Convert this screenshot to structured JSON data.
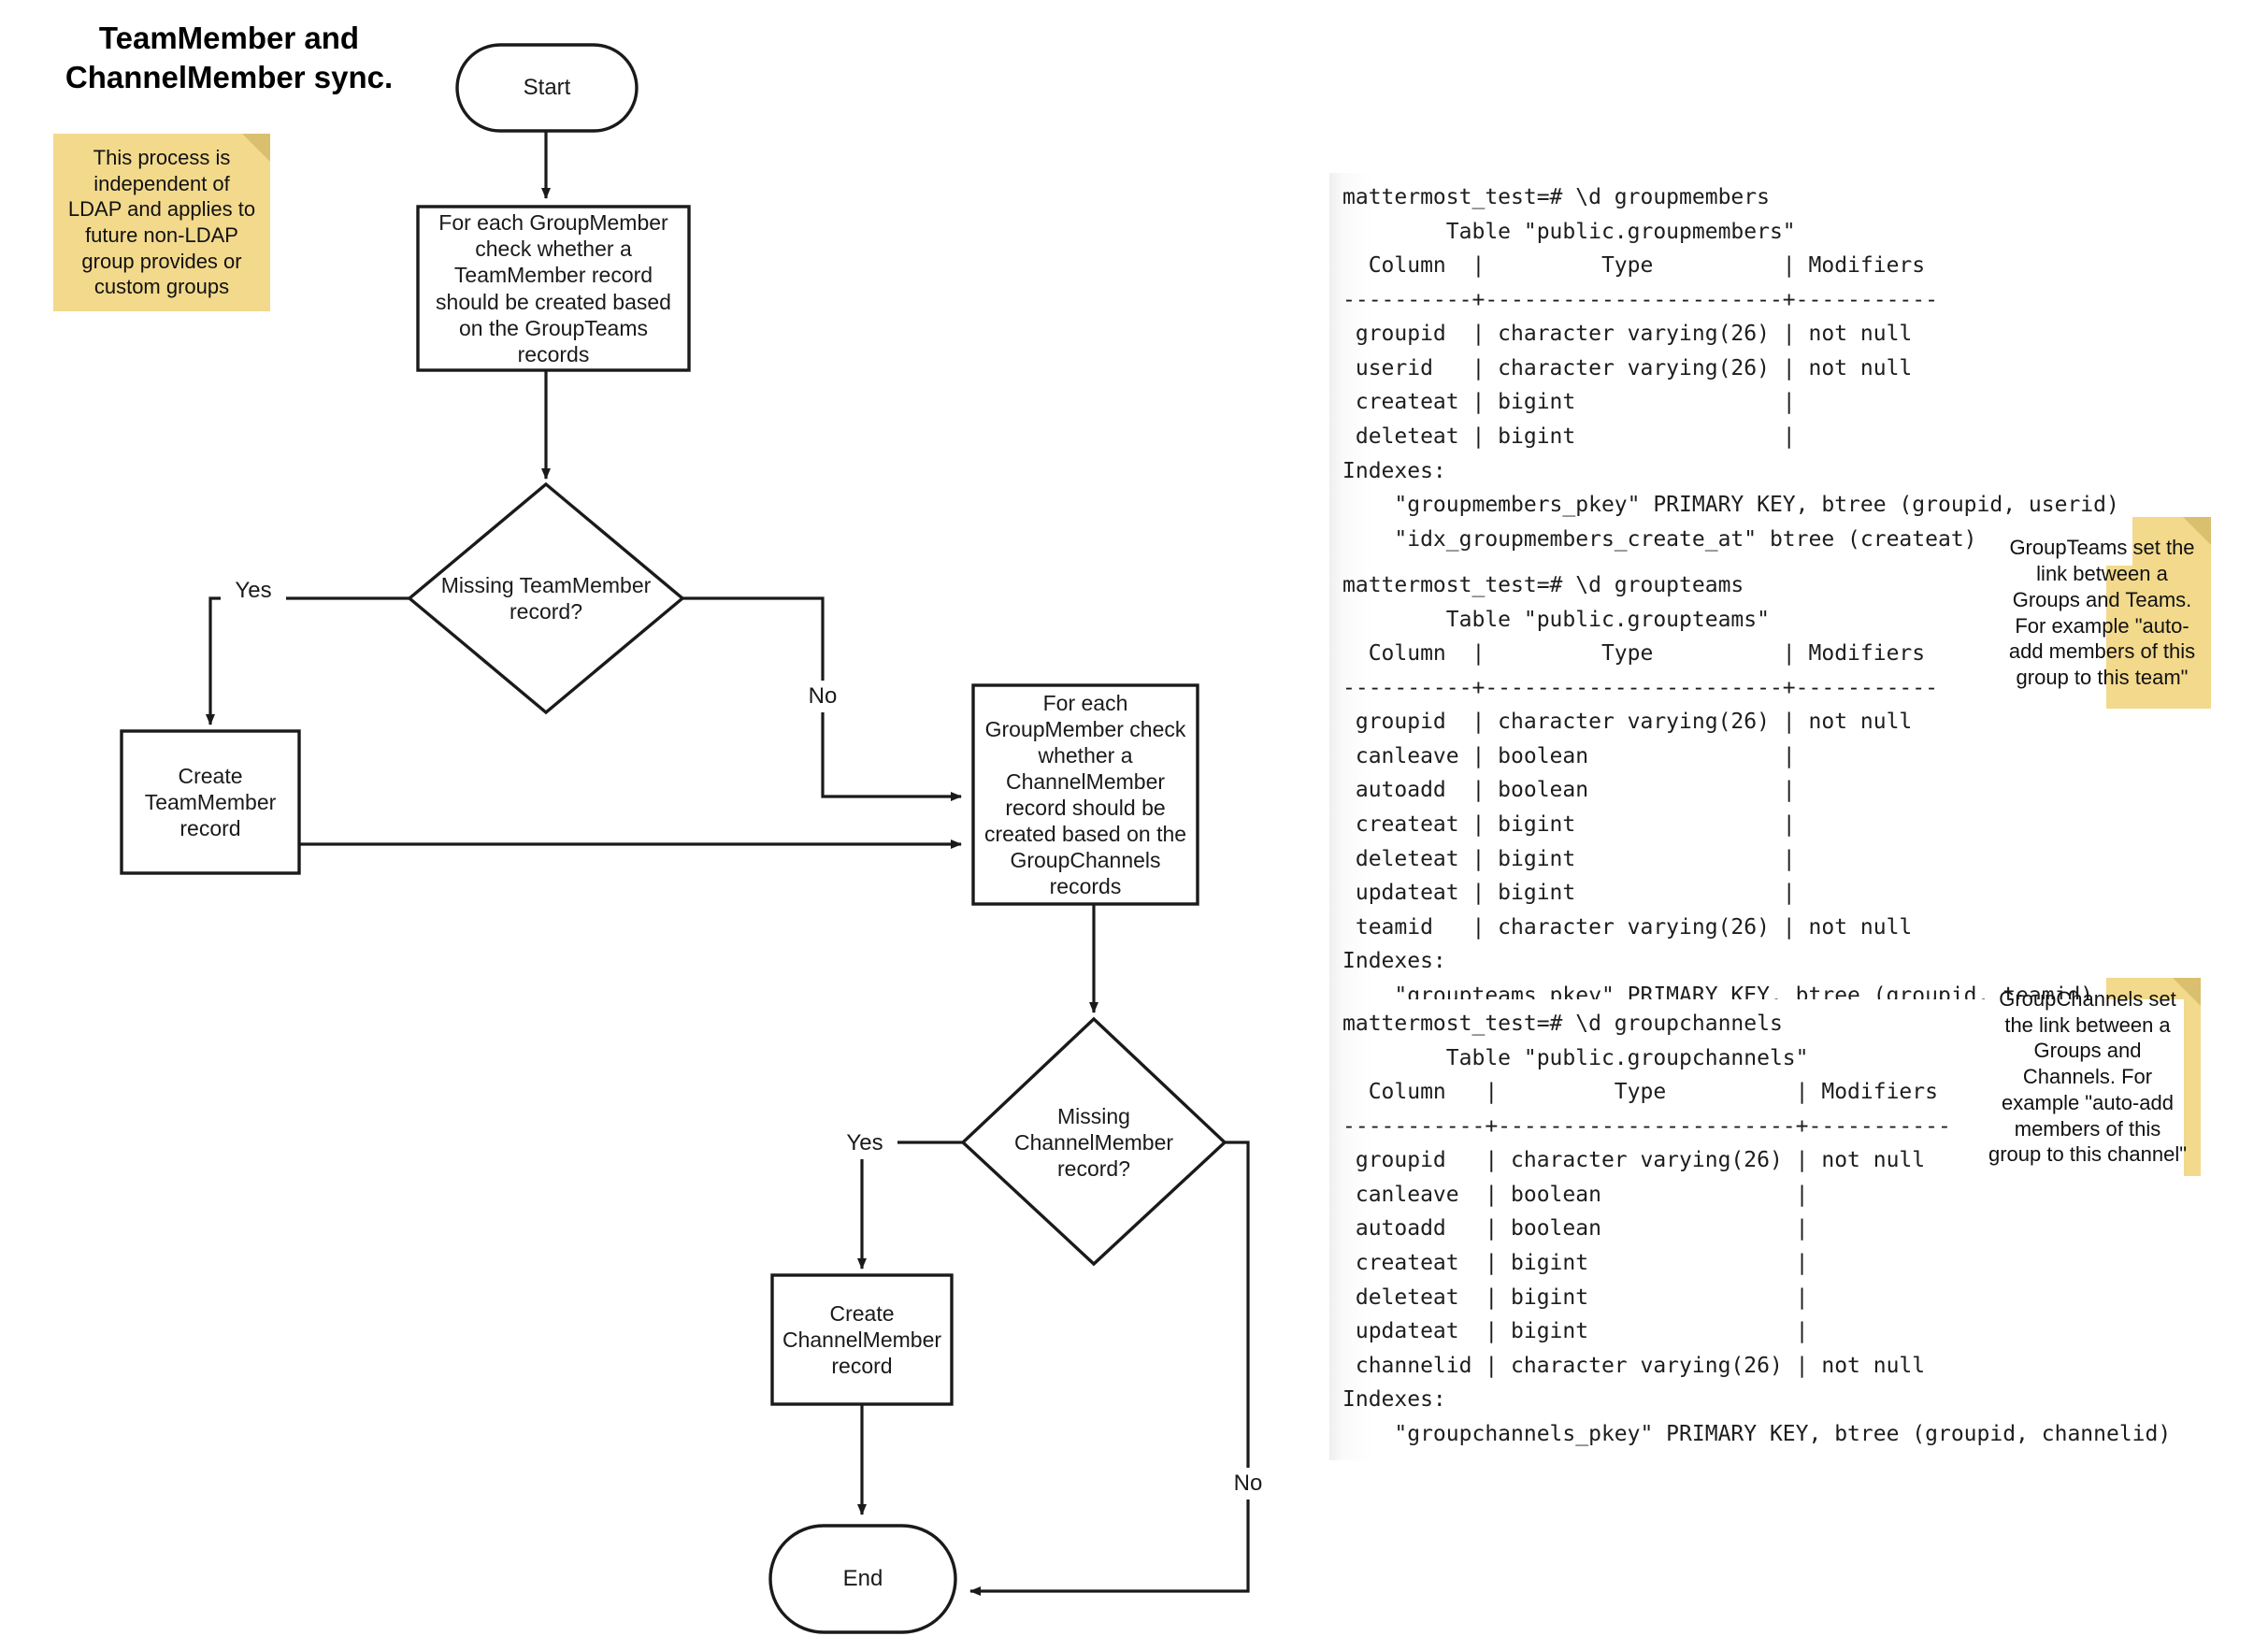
{
  "diagram": {
    "title": "TeamMember and\nChannelMember sync.",
    "nodes": {
      "start": "Start",
      "check_team": "For each GroupMember check whether a TeamMember record should be created based on the GroupTeams records",
      "decision_team": "Missing TeamMember\nrecord?",
      "create_team": "Create\nTeamMember\nrecord",
      "check_channel": "For each GroupMember check whether a ChannelMember record should be created based on the GroupChannels records",
      "decision_channel": "Missing\nChannelMember\nrecord?",
      "create_channel": "Create\nChannelMember\nrecord",
      "end": "End"
    },
    "edge_labels": {
      "team_yes": "Yes",
      "team_no": "No",
      "channel_yes": "Yes",
      "channel_no": "No"
    },
    "notes": {
      "ldap": "This process is independent of LDAP and applies to future non-LDAP group provides or custom groups",
      "groupteams": "GroupTeams set the link between a Groups and Teams. For example \"auto-add members of this group to this team\"",
      "groupchannels": "GroupChannels set the link between a Groups and Channels. For example \"auto-add members of this group to this channel\""
    },
    "colors": {
      "note_fill": "#f2d98c",
      "note_fold": "#d9bf6e",
      "stroke": "#1a1a1a",
      "background": "#ffffff"
    }
  },
  "psql_blocks": [
    {
      "name": "groupmembers",
      "prompt": "mattermost_test=# \\d groupmembers",
      "text": "mattermost_test=# \\d groupmembers\n        Table \"public.groupmembers\"\n  Column  |         Type          | Modifiers \n----------+-----------------------+-----------\n groupid  | character varying(26) | not null\n userid   | character varying(26) | not null\n createat | bigint                |\n deleteat | bigint                |\nIndexes:\n    \"groupmembers_pkey\" PRIMARY KEY, btree (groupid, userid)\n    \"idx_groupmembers_create_at\" btree (createat)",
      "table_caption": "Table \"public.groupmembers\"",
      "headers": [
        "Column",
        "Type",
        "Modifiers"
      ],
      "rows": [
        [
          "groupid",
          "character varying(26)",
          "not null"
        ],
        [
          "userid",
          "character varying(26)",
          "not null"
        ],
        [
          "createat",
          "bigint",
          ""
        ],
        [
          "deleteat",
          "bigint",
          ""
        ]
      ],
      "indexes_label": "Indexes:",
      "indexes": [
        "\"groupmembers_pkey\" PRIMARY KEY, btree (groupid, userid)",
        "\"idx_groupmembers_create_at\" btree (createat)"
      ]
    },
    {
      "name": "groupteams",
      "prompt": "mattermost_test=# \\d groupteams",
      "text": "mattermost_test=# \\d groupteams\n        Table \"public.groupteams\"\n  Column  |         Type          | Modifiers \n----------+-----------------------+-----------\n groupid  | character varying(26) | not null\n canleave | boolean               |\n autoadd  | boolean               |\n createat | bigint                |\n deleteat | bigint                |\n updateat | bigint                |\n teamid   | character varying(26) | not null\nIndexes:\n    \"groupteams_pkey\" PRIMARY KEY, btree (groupid, teamid)",
      "table_caption": "Table \"public.groupteams\"",
      "headers": [
        "Column",
        "Type",
        "Modifiers"
      ],
      "rows": [
        [
          "groupid",
          "character varying(26)",
          "not null"
        ],
        [
          "canleave",
          "boolean",
          ""
        ],
        [
          "autoadd",
          "boolean",
          ""
        ],
        [
          "createat",
          "bigint",
          ""
        ],
        [
          "deleteat",
          "bigint",
          ""
        ],
        [
          "updateat",
          "bigint",
          ""
        ],
        [
          "teamid",
          "character varying(26)",
          "not null"
        ]
      ],
      "indexes_label": "Indexes:",
      "indexes": [
        "\"groupteams_pkey\" PRIMARY KEY, btree (groupid, teamid)"
      ]
    },
    {
      "name": "groupchannels",
      "prompt": "mattermost_test=# \\d groupchannels",
      "text": "mattermost_test=# \\d groupchannels\n        Table \"public.groupchannels\"\n  Column   |         Type          | Modifiers \n-----------+-----------------------+-----------\n groupid   | character varying(26) | not null\n canleave  | boolean               |\n autoadd   | boolean               |\n createat  | bigint                |\n deleteat  | bigint                |\n updateat  | bigint                |\n channelid | character varying(26) | not null\nIndexes:\n    \"groupchannels_pkey\" PRIMARY KEY, btree (groupid, channelid)",
      "table_caption": "Table \"public.groupchannels\"",
      "headers": [
        "Column",
        "Type",
        "Modifiers"
      ],
      "rows": [
        [
          "groupid",
          "character varying(26)",
          "not null"
        ],
        [
          "canleave",
          "boolean",
          ""
        ],
        [
          "autoadd",
          "boolean",
          ""
        ],
        [
          "createat",
          "bigint",
          ""
        ],
        [
          "deleteat",
          "bigint",
          ""
        ],
        [
          "updateat",
          "bigint",
          ""
        ],
        [
          "channelid",
          "character varying(26)",
          "not null"
        ]
      ],
      "indexes_label": "Indexes:",
      "indexes": [
        "\"groupchannels_pkey\" PRIMARY KEY, btree (groupid, channelid)"
      ]
    }
  ]
}
